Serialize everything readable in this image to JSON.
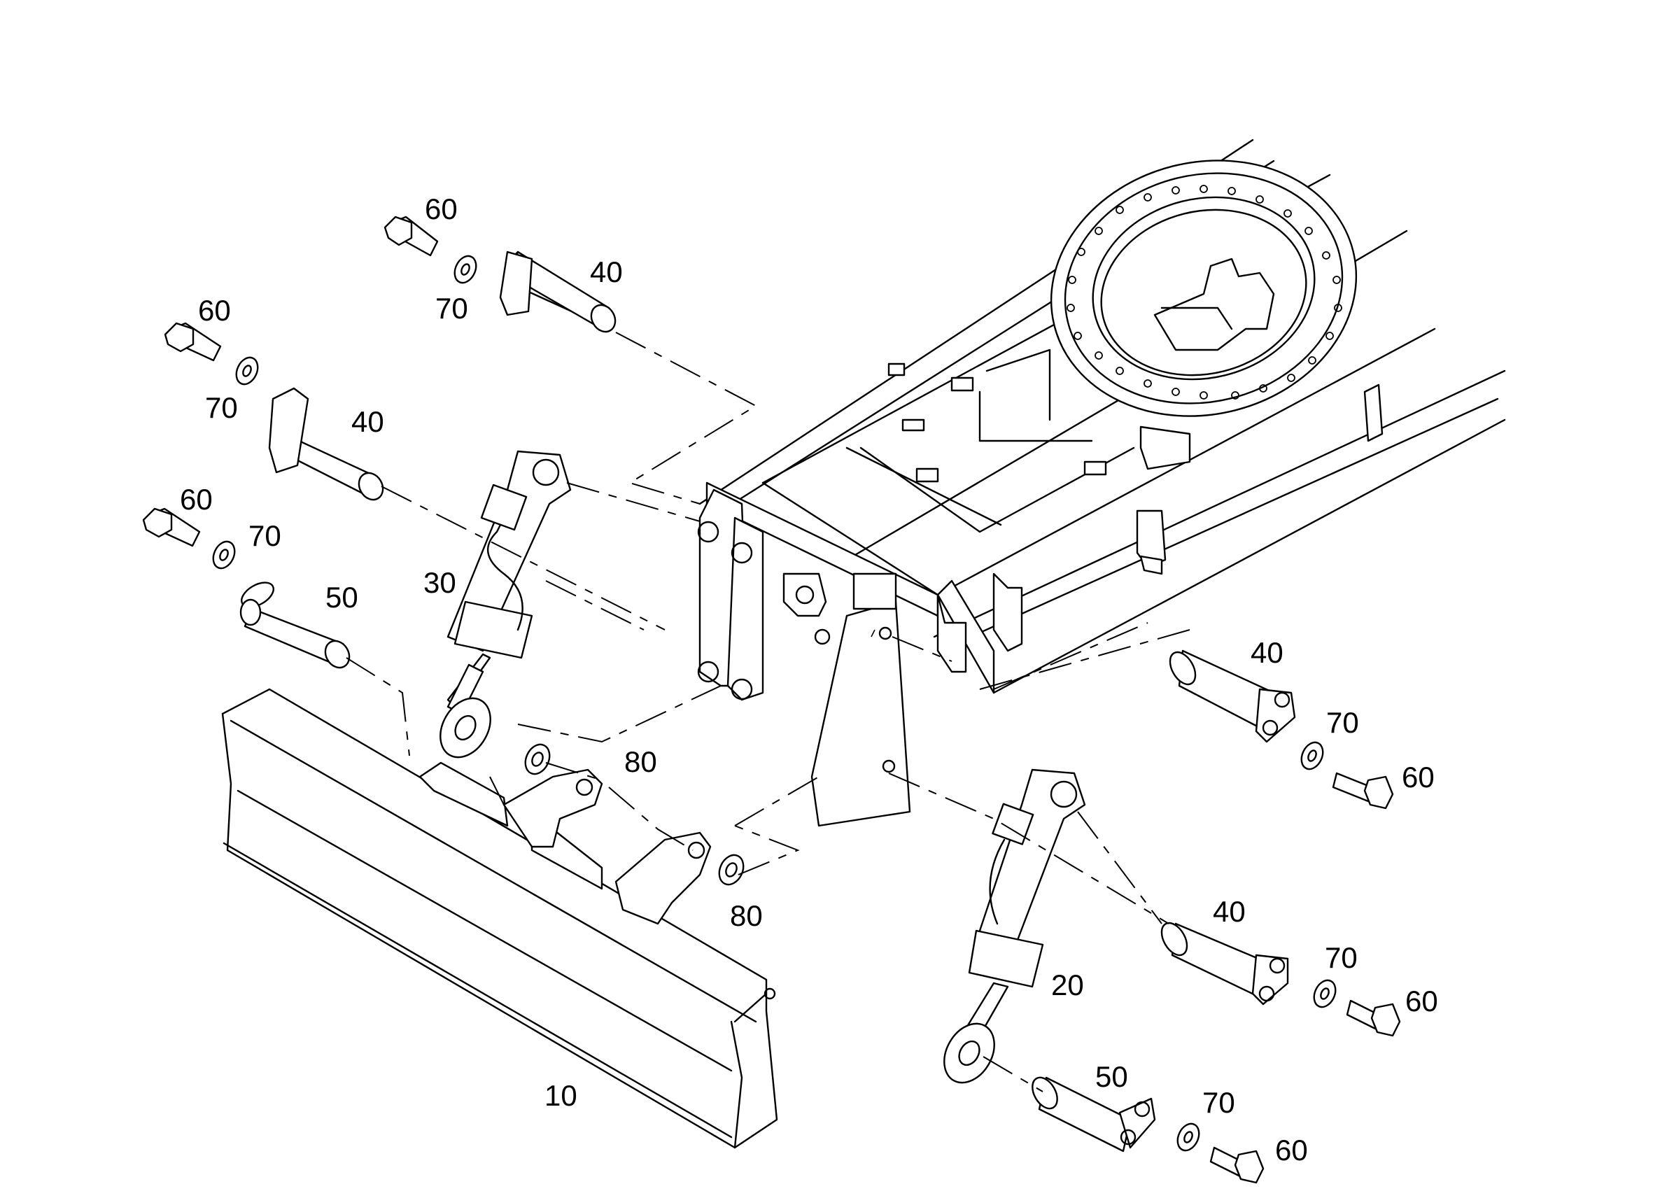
{
  "callouts": {
    "blade": "10",
    "cylinder_right": "20",
    "cylinder_left": "30",
    "pin_upper": "40",
    "pin_upper_left": "40",
    "pin_right_upper": "40",
    "pin_right_lower": "40",
    "pin_lower_left": "50",
    "pin_lower_right": "50",
    "bolt_1": "60",
    "bolt_2": "60",
    "bolt_3": "60",
    "bolt_4": "60",
    "bolt_5": "60",
    "bolt_6": "60",
    "washer_1": "70",
    "washer_2": "70",
    "washer_3": "70",
    "washer_4": "70",
    "washer_5": "70",
    "washer_6": "70",
    "spacer_upper": "80",
    "spacer_lower": "80"
  }
}
